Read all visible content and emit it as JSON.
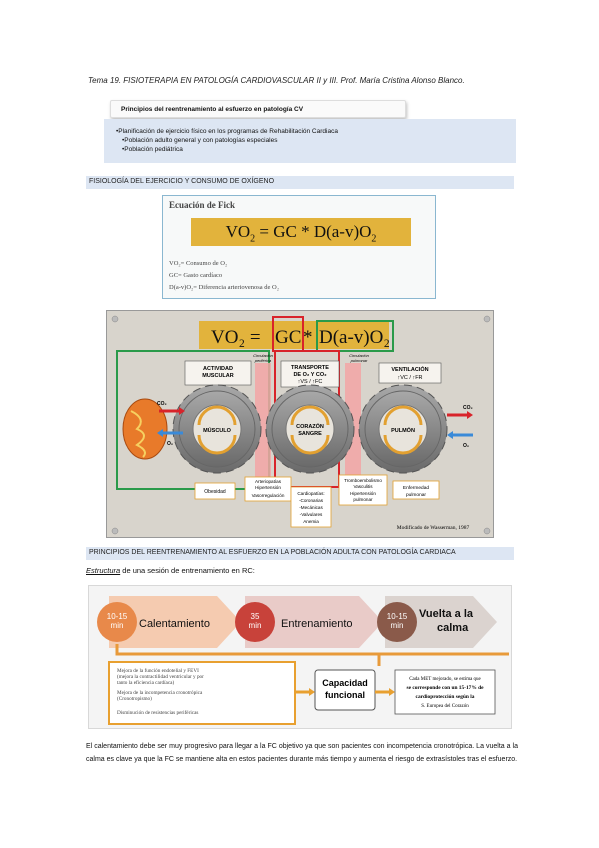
{
  "header": "Tema 19. FISIOTERAPIA EN PATOLOGÍA CARDIOVASCULAR II y III. Prof. María Cristina Alonso Blanco.",
  "tab_title": "Principios del reentrenamiento al esfuerzo en patología CV",
  "topics": {
    "l1": "•Planificación de ejercicio físico en los programas de Rehabilitación Cardiaca",
    "l2a": "•Población adulto general y con patologías especiales",
    "l2b": "•Población pediátrica"
  },
  "section1": "FISIOLOGÍA DEL EJERCICIO Y CONSUMO DE OXÍGENO",
  "fick": {
    "title": "Ecuación de Fick",
    "eq_main": "VO",
    "eq_sub": "2",
    "eq_mid": " = GC * D(a-v)O",
    "eq_sub2": "2",
    "def1": "VO₂= Consumo de O₂",
    "def2": "GC= Gasto cardíaco",
    "def3": "D(a-v)O₂= Diferencia arteriovenosa de O₂"
  },
  "gears": {
    "eq_a": "VO₂ = ",
    "eq_gc": "GC",
    "eq_star": " * ",
    "eq_d": "D(a-v)O₂",
    "actividad": "ACTIVIDAD",
    "muscular": "MUSCULAR",
    "transporte": "TRANSPORTE",
    "de_o2_co2": "DE O₂ Y CO₂",
    "vs_fc": "↑VS / ↑FC",
    "ventilacion": "VENTILACIÓN",
    "vc_fr": "↑VC / ↑FR",
    "circ_perif": "Circulación",
    "circ_perif2": "periférica",
    "circ_pulm": "Circulación",
    "circ_pulm2": "pulmonar",
    "musculo": "MÚSCULO",
    "corazon": "CORAZÓN",
    "sangre": "SANGRE",
    "pulmon": "PULMÓN",
    "co2": "CO₂",
    "o2": "O₂",
    "obesidad": "Obesidad",
    "arteriopatias": "Arteriopatías",
    "hipert": "Hipertensión",
    "vasoregulacion": "Vasorregulación",
    "cardiopatias": "Cardiopatías:",
    "coronarias": "-Coronarias",
    "mecanicas": "-Mecánicas",
    "valvulares": "-Valvulares",
    "anemia": "Anemia",
    "trombo": "Tromboembolismo",
    "vasculitis": "Vasculitis",
    "hipertpulm": "Hipertensión",
    "hipertpulm2": "pulmonar",
    "enfermedad": "Enfermedad",
    "pulmonar": "pulmonar",
    "credit": "Modificado de Wasserman, 1987"
  },
  "section2": "PRINCIPIOS DEL REENTRENAMIENTO AL ESFUERZO EN LA POBLACIÓN ADULTA CON PATOLOGÍA CARDIACA",
  "struct": {
    "u": "Estructura",
    "rest": " de una sesión de entrenamiento en RC:"
  },
  "session": {
    "t1": "10-15",
    "t1b": "min",
    "l1": "Calentamiento",
    "t2": "35",
    "t2b": "min",
    "l2": "Entrenamiento",
    "t3": "10-15",
    "t3b": "min",
    "l3a": "Vuelta a la",
    "l3b": "calma",
    "b1": "Mejora de la función endotelial y FEVI",
    "b1b": "(mejora la contractilidad ventricular y por",
    "b1c": "tanto la eficiencia cardíaca)",
    "b2": "Mejora de la incompetencia cronotrópica",
    "b2b": "(Cronotropismo)",
    "b3": "Disminución de resistencias periféricas",
    "cap1": "Capacidad",
    "cap2": "funcional",
    "r1": "Cada MET mejorado, se estima que",
    "r2": "se corresponde con un 15-17% de",
    "r3": "cardioprotección según la",
    "r4": "S. Europea del Corazón"
  },
  "para": "El calentamiento debe ser muy progresivo para llegar a la FC objetivo ya que son pacientes con incompetencia cronotrópica. La vuelta a la calma es clave ya que la FC se mantiene alta en estos pacientes durante más tiempo y aumenta el riesgo de extrasístoles tras el esfuerzo.",
  "colors": {
    "section_bg": "#dde6f3",
    "eq_gold": "#e2b33c",
    "orange_arrow": "#f0a87e",
    "session_orange": "#e8894a",
    "session_red": "#c8423a",
    "session_brown": "#8a5a4a",
    "green": "#2a9a4a",
    "red": "#d8232a",
    "gear_grey": "#8c8c8c"
  }
}
